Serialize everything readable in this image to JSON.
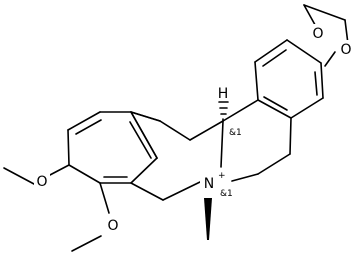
{
  "labels": {
    "o_top_left": "O",
    "o_top_right": "O",
    "o_ome_upper": "O",
    "o_ome_lower": "O",
    "n_plus": "N",
    "n_charge": "+",
    "h": "H",
    "stereo_c": "&1",
    "stereo_n": "&1"
  }
}
